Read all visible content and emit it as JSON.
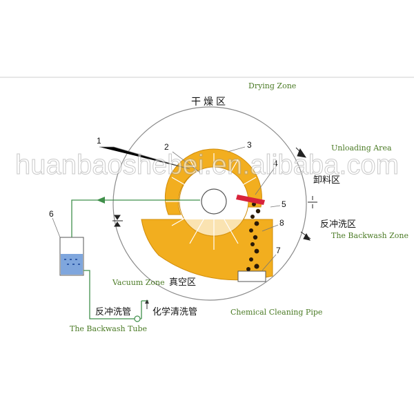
{
  "zones": {
    "drying_en": "Drying Zone",
    "drying_cn": "干燥区",
    "unloading_en": "Unloading Area",
    "unloading_cn": "卸料区",
    "backwash_cn": "反冲洗区",
    "backwash_en": "The Backwash Zone",
    "vacuum_en": "Vacuum Zone",
    "vacuum_cn": "真空区"
  },
  "pipes": {
    "backwash_tube_cn": "反冲洗管",
    "backwash_tube_en": "The Backwash Tube",
    "chemical_cn": "化学清洗管",
    "chemical_en": "Chemical Cleaning Pipe"
  },
  "callouts": [
    "1",
    "2",
    "3",
    "4",
    "5",
    "6",
    "7",
    "8"
  ],
  "watermark": "huanbaoshebei.en.alibaba.com",
  "colors": {
    "slurry": "#f2ae1f",
    "slurry_edge": "#d08c0a",
    "pipe": "#3f8f4a",
    "text_en": "#4a7a24",
    "cake": "#2a1a08",
    "scraper": "#d8233a",
    "tank_fill": "#7fa6dd"
  }
}
